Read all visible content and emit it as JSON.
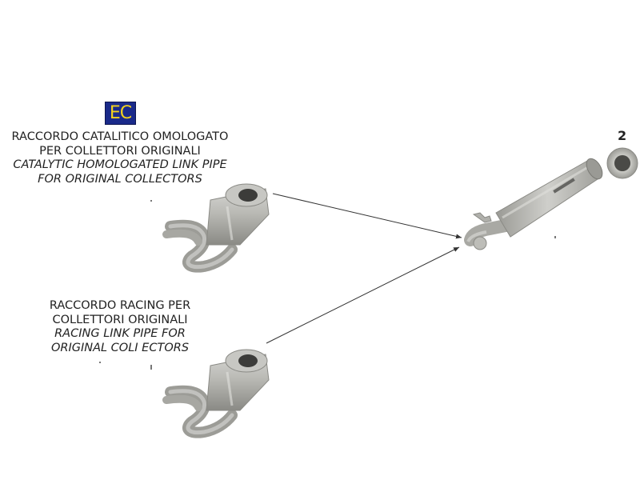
{
  "ec_badge": {
    "text": "EC",
    "bg_color": "#1a2a8a",
    "text_color": "#f2d21e"
  },
  "label_catalytic": {
    "line1": "RACCORDO CATALITICO OMOLOGATO",
    "line2": "PER COLLETTORI ORIGINALI",
    "line3": "CATALYTIC HOMOLOGATED LINK PIPE",
    "line4": "FOR ORIGINAL COLLECTORS"
  },
  "label_racing": {
    "line1": "RACCORDO RACING PER",
    "line2": "COLLETTORI ORIGINALI",
    "line3": "RACING LINK PIPE FOR",
    "line4": "ORIGINAL COLI ECTORS"
  },
  "part_number": "2",
  "colors": {
    "metal": "#b5b5b0",
    "metal_dark": "#8a8a85",
    "line": "#333333"
  }
}
